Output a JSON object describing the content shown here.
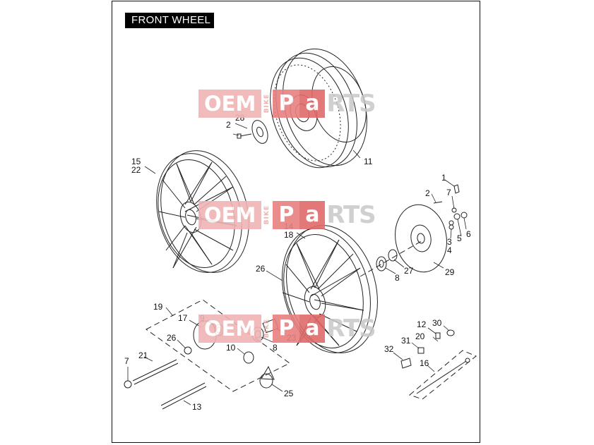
{
  "diagram": {
    "title": "FRONT WHEEL",
    "watermark": {
      "oem": "OEM",
      "bike": "BIKE",
      "p": "P",
      "a": "a",
      "rts": "RTS"
    },
    "part_numbers": [
      "1",
      "2",
      "2",
      "3",
      "4",
      "5",
      "6",
      "7",
      "7",
      "8",
      "8",
      "9",
      "10",
      "11",
      "12",
      "13",
      "14",
      "15",
      "16",
      "17",
      "18",
      "19",
      "20",
      "21",
      "22",
      "23",
      "25",
      "26",
      "26",
      "27",
      "28",
      "29",
      "30",
      "31",
      "32"
    ]
  },
  "colors": {
    "line": "#222222",
    "watermark_pink": "#f0b4b4",
    "watermark_red": "#e06a6a",
    "watermark_gray": "#c8c8c8"
  }
}
